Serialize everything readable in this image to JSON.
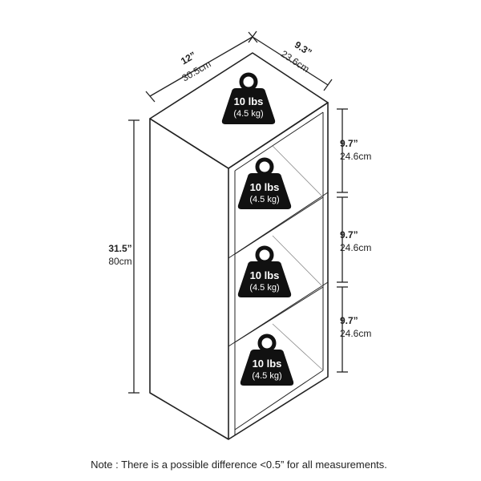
{
  "dimensions": {
    "width_in": "12”",
    "width_cm": "30.5cm",
    "depth_in": "9.3”",
    "depth_cm": "23.6cm",
    "height_in": "31.5”",
    "height_cm": "80cm",
    "shelves": [
      {
        "in": "9.7”",
        "cm": "24.6cm"
      },
      {
        "in": "9.7”",
        "cm": "24.6cm"
      },
      {
        "in": "9.7”",
        "cm": "24.6cm"
      }
    ]
  },
  "weights": [
    {
      "main": "10 lbs",
      "sub": "(4.5 kg)"
    },
    {
      "main": "10 lbs",
      "sub": "(4.5 kg)"
    },
    {
      "main": "10 lbs",
      "sub": "(4.5 kg)"
    },
    {
      "main": "10 lbs",
      "sub": "(4.5 kg)"
    }
  ],
  "note": "Note : There is a possible difference <0.5” for all measurements."
}
